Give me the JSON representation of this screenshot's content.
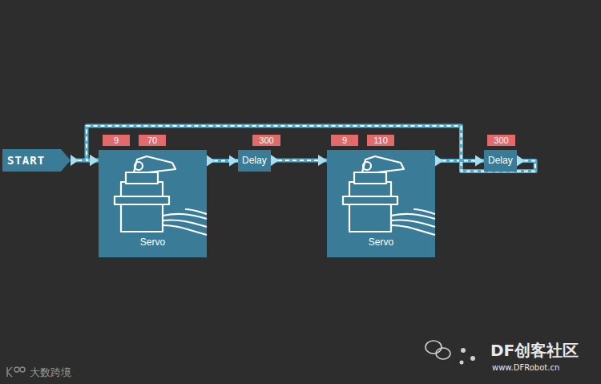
{
  "diagram": {
    "nodes": [
      {
        "text": [
          "START"
        ]
      },
      {
        "text": [
          "9",
          "70",
          "Servo"
        ]
      },
      {
        "text": [
          "300",
          "Delay"
        ]
      },
      {
        "text": [
          "9",
          "110",
          "Servo"
        ]
      },
      {
        "text": [
          "300",
          "Delay"
        ]
      }
    ],
    "edges": [
      {
        "from": 0,
        "to": 1,
        "arrow": "to"
      },
      {
        "from": 1,
        "to": 2,
        "arrow": "to"
      },
      {
        "from": 2,
        "to": 3,
        "arrow": "to"
      },
      {
        "from": 3,
        "to": 4,
        "arrow": "to"
      },
      {
        "from": 4,
        "to": 1,
        "arrow": "to"
      }
    ],
    "labels": [
      "大数跨境",
      "DF创客社区",
      "www.DFRobot.cn"
    ]
  }
}
